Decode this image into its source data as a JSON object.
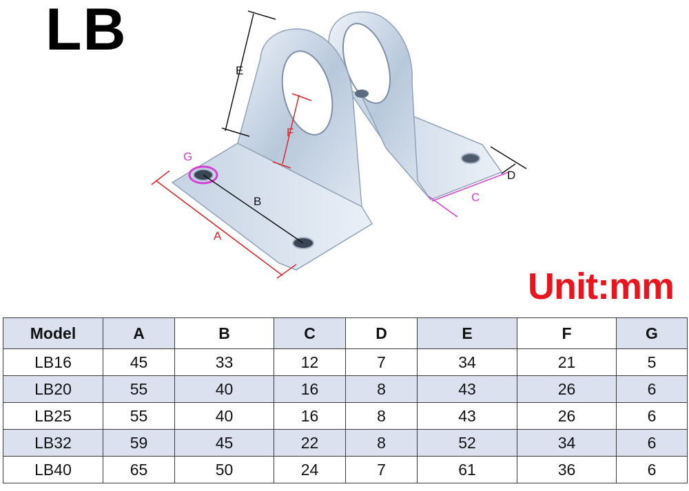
{
  "title": "LB",
  "unit_label": "Unit:mm",
  "dimension_labels": {
    "A": "A",
    "B": "B",
    "C": "C",
    "D": "D",
    "E": "E",
    "F": "F",
    "G": "G"
  },
  "table": {
    "headers": [
      "Model",
      "A",
      "B",
      "C",
      "D",
      "E",
      "F",
      "G"
    ],
    "rows": [
      [
        "LB16",
        "45",
        "33",
        "12",
        "7",
        "34",
        "21",
        "5"
      ],
      [
        "LB20",
        "55",
        "40",
        "16",
        "8",
        "43",
        "26",
        "6"
      ],
      [
        "LB25",
        "55",
        "40",
        "16",
        "8",
        "43",
        "26",
        "6"
      ],
      [
        "LB32",
        "59",
        "45",
        "22",
        "8",
        "52",
        "34",
        "6"
      ],
      [
        "LB40",
        "65",
        "50",
        "24",
        "7",
        "61",
        "36",
        "6"
      ]
    ]
  },
  "colors": {
    "unit": "#e8141e",
    "dim_red": "#d9262b",
    "dim_magenta": "#d23fd2",
    "table_shade": "#dbe1ef"
  }
}
